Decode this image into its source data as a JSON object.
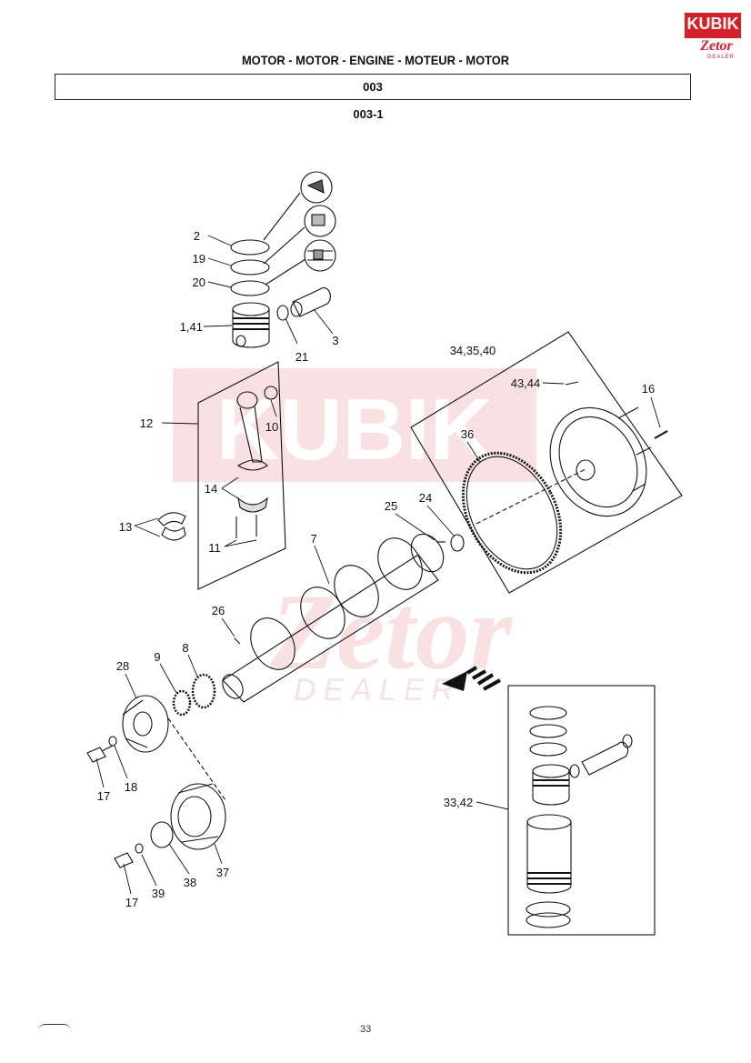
{
  "logo": {
    "brand": "KUBIK",
    "sub": "Zetor",
    "sub2": "DEALER"
  },
  "header": {
    "title": "MOTOR - MOTOR - ENGINE - MOTEUR - MOTOR",
    "group_code": "003",
    "figure_code": "003-1"
  },
  "watermark": {
    "brand": "KUBIK",
    "sub": "Zetor",
    "dealer": "DEALER"
  },
  "callouts": {
    "c2": "2",
    "c19": "19",
    "c20": "20",
    "c1_41": "1,41",
    "c21": "21",
    "c3": "3",
    "c12": "12",
    "c10": "10",
    "c14": "14",
    "c13": "13",
    "c11": "11",
    "c34_35_40": "34,35,40",
    "c43_44": "43,44",
    "c16": "16",
    "c36": "36",
    "c25": "25",
    "c24": "24",
    "c7": "7",
    "c26": "26",
    "c28": "28",
    "c9": "9",
    "c8": "8",
    "c17a": "17",
    "c18": "18",
    "c17b": "17",
    "c39": "39",
    "c38": "38",
    "c37": "37",
    "c33_42": "33,42"
  },
  "footer": {
    "page": "33"
  }
}
